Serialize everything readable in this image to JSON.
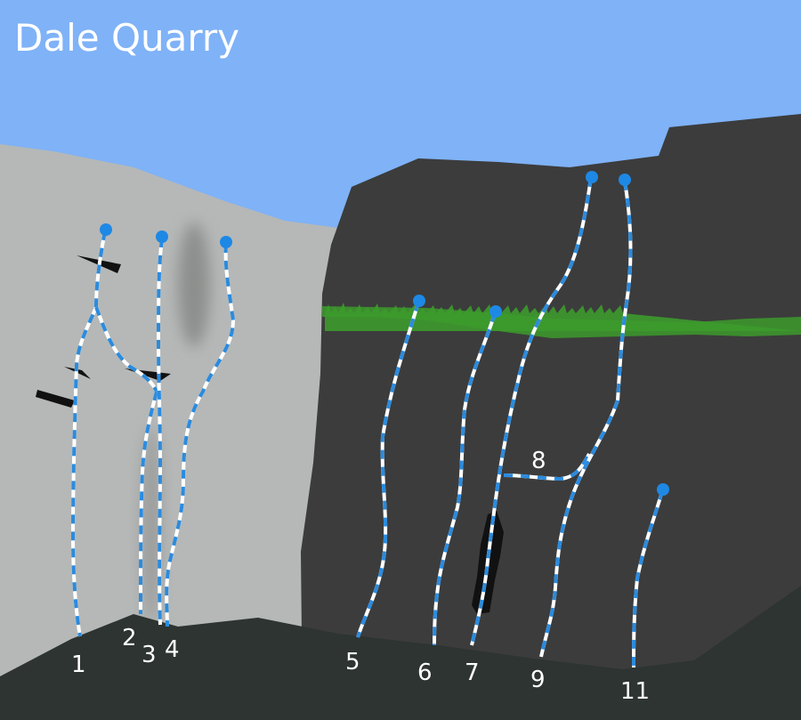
{
  "title": "Dale Quarry",
  "colors": {
    "sky": "#7fb2f7",
    "light_wall": "#b5b8b7",
    "dark_wall": "#3c3c3c",
    "ground": "#2d3431",
    "grass": "#3c9a2c",
    "route_line": "#2b8bde",
    "route_dash": "#ffffff",
    "anchor": "#1e88e5",
    "label": "#ffffff"
  },
  "routes": [
    {
      "id": "1",
      "label": "1"
    },
    {
      "id": "2",
      "label": "2"
    },
    {
      "id": "3",
      "label": "3"
    },
    {
      "id": "4",
      "label": "4"
    },
    {
      "id": "5",
      "label": "5"
    },
    {
      "id": "6",
      "label": "6"
    },
    {
      "id": "7",
      "label": "7"
    },
    {
      "id": "8",
      "label": "8"
    },
    {
      "id": "9",
      "label": "9"
    },
    {
      "id": "11",
      "label": "11"
    }
  ]
}
